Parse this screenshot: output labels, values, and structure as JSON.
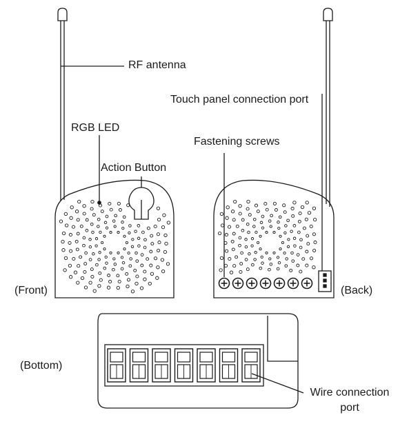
{
  "labels": {
    "rf_antenna": "RF antenna",
    "touch_panel_port": "Touch panel connection port",
    "rgb_led": "RGB LED",
    "fastening_screws": "Fastening screws",
    "action_button": "Action Button",
    "front": "(Front)",
    "back": "(Back)",
    "bottom": "(Bottom)",
    "wire_port_line1": "Wire connection",
    "wire_port_line2": "port"
  },
  "colors": {
    "stroke": "#1a1a1a",
    "background": "#ffffff"
  },
  "counts": {
    "back_screw_terminals": 7,
    "bottom_wire_terminals": 7
  }
}
